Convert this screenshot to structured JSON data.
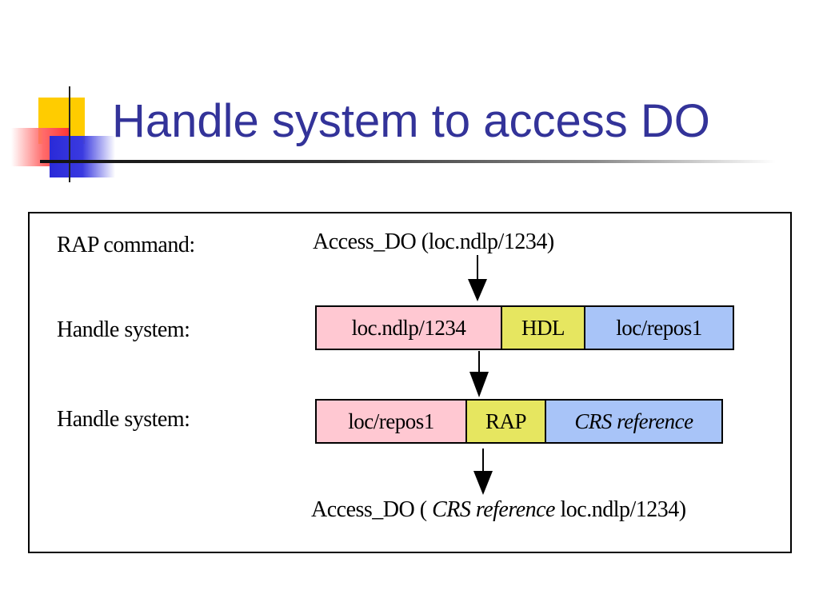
{
  "slide": {
    "title": "Handle system to access DO"
  },
  "diagram": {
    "rows": [
      {
        "label": "RAP command:",
        "command": "Access_DO (loc.ndlp/1234)"
      },
      {
        "label": "Handle system:",
        "cells": [
          "loc.ndlp/1234",
          "HDL",
          "loc/repos1"
        ]
      },
      {
        "label": "Handle system:",
        "cells": [
          "loc/repos1",
          "RAP",
          "CRS reference"
        ]
      },
      {
        "command_parts": [
          "Access_DO ( ",
          "CRS reference",
          " loc.ndlp/1234)"
        ]
      }
    ]
  },
  "colors": {
    "title": "#333399",
    "pink_cell": "#ffc8d2",
    "yellow_cell": "#e6e660",
    "blue_cell": "#a8c4f8"
  }
}
